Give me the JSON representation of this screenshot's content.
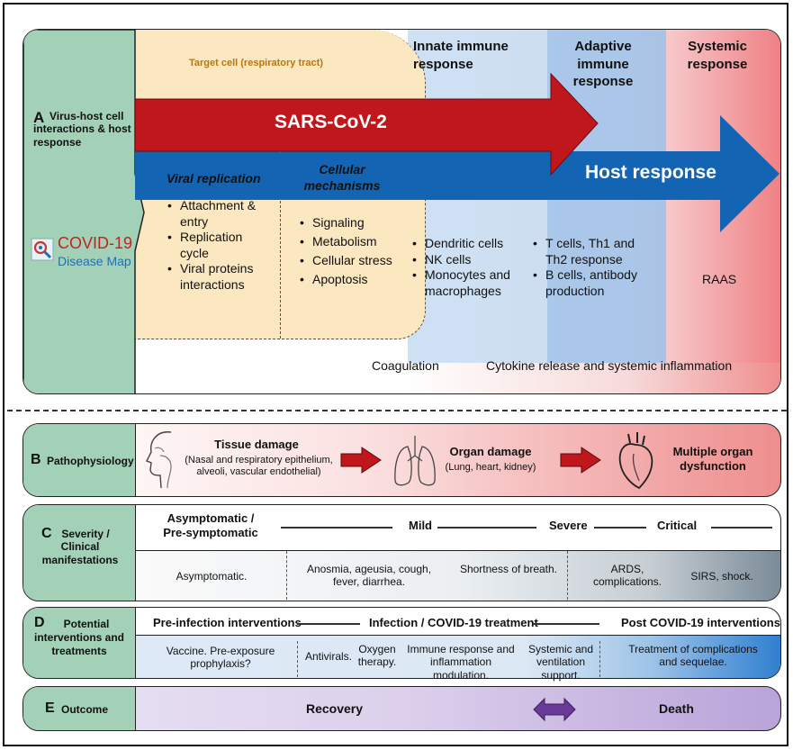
{
  "panel_a": {
    "letter": "A",
    "label": "Virus-host cell interactions & host response",
    "logo_main": "COVID-19",
    "logo_sub": "Disease Map",
    "target_cell": "Target cell (respiratory tract)",
    "innate": "Innate immune response",
    "adaptive": "Adaptive immune response",
    "systemic": "Systemic response",
    "virus_arrow": "SARS-CoV-2",
    "host_arrow": "Host response",
    "viral_replication": {
      "title": "Viral replication",
      "items": [
        "Attachment & entry",
        "Replication cycle",
        "Viral proteins interactions"
      ]
    },
    "cellular": {
      "title": "Cellular mechanisms",
      "items": [
        "Signaling",
        "Metabolism",
        "Cellular stress",
        "Apoptosis"
      ]
    },
    "innate_items": [
      "Dendritic cells",
      "NK cells",
      "Monocytes and macrophages"
    ],
    "adaptive_items": [
      "T cells, Th1 and Th2 response",
      "B cells, antibody production"
    ],
    "raas": "RAAS",
    "coagulation": "Coagulation",
    "cytokine": "Cytokine release and systemic inflammation",
    "colors": {
      "green": "#a3d1b8",
      "red_arrow": "#c0171d",
      "blue_arrow": "#1464b4",
      "cell": "#fbe7c0"
    }
  },
  "panel_b": {
    "letter": "B",
    "label": "Pathophysiology",
    "tissue_title": "Tissue damage",
    "tissue_sub": "(Nasal and respiratory epithelium, alveoli, vascular endothelial)",
    "organ_title": "Organ damage",
    "organ_sub": "(Lung, heart, kidney)",
    "multiple": "Multiple organ dysfunction",
    "icons": [
      "head-profile-icon",
      "lungs-icon",
      "heart-icon"
    ]
  },
  "panel_c": {
    "letter": "C",
    "label": "Severity / Clinical manifestations",
    "asymptomatic_header": "Asymptomatic / Pre-symptomatic",
    "mild": "Mild",
    "severe": "Severe",
    "critical": "Critical",
    "cells": [
      "Asymptomatic.",
      "Anosmia, ageusia, cough, fever, diarrhea.",
      "Shortness of breath.",
      "ARDS, complications.",
      "SIRS, shock."
    ]
  },
  "panel_d": {
    "letter": "D",
    "label": "Potential interventions and treatments",
    "pre": "Pre-infection interventions",
    "infection": "Infection / COVID-19 treatment",
    "post": "Post COVID-19 interventions",
    "cells": [
      "Vaccine. Pre-exposure prophylaxis?",
      "Antivirals.",
      "Oxygen therapy.",
      "Immune response and inflammation modulation.",
      "Systemic and ventilation support.",
      "Treatment of complications and sequelae."
    ]
  },
  "panel_e": {
    "letter": "E",
    "label": "Outcome",
    "recovery": "Recovery",
    "death": "Death"
  }
}
